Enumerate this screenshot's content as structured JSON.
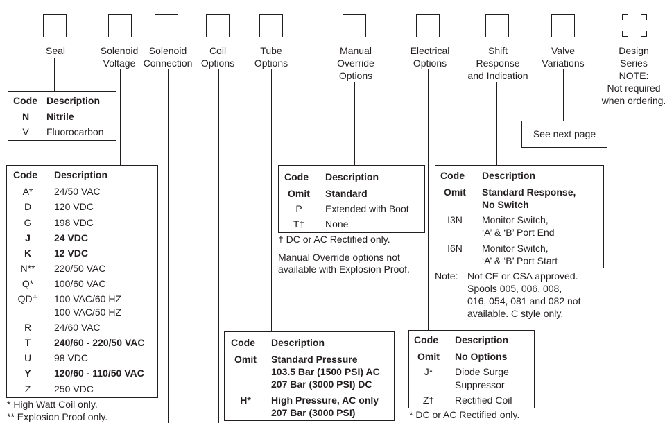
{
  "header": {
    "boxes": [
      {
        "label_lines": [
          "Seal"
        ]
      },
      {
        "label_lines": [
          "Solenoid",
          "Voltage"
        ]
      },
      {
        "label_lines": [
          "Solenoid",
          "Connection"
        ]
      },
      {
        "label_lines": [
          "Coil",
          "Options"
        ]
      },
      {
        "label_lines": [
          "Tube",
          "Options"
        ]
      },
      {
        "label_lines": [
          "Manual",
          "Override",
          "Options"
        ]
      },
      {
        "label_lines": [
          "Electrical",
          "Options"
        ]
      },
      {
        "label_lines": [
          "Shift",
          "Response",
          "and Indication"
        ]
      },
      {
        "label_lines": [
          "Valve",
          "Variations"
        ]
      }
    ],
    "design_series": {
      "label_lines": [
        "Design",
        "Series"
      ],
      "note_lines": [
        "NOTE:",
        "Not required",
        "when ordering."
      ]
    }
  },
  "seal": {
    "code_header": "Code",
    "desc_header": "Description",
    "rows": [
      {
        "code": "N",
        "desc": "Nitrile",
        "bold": true
      },
      {
        "code": "V",
        "desc": "Fluorocarbon",
        "bold": false
      }
    ]
  },
  "voltage": {
    "code_header": "Code",
    "desc_header": "Description",
    "rows": [
      {
        "code": "A*",
        "desc": "24/50 VAC",
        "bold": false
      },
      {
        "code": "D",
        "desc": "120 VDC",
        "bold": false
      },
      {
        "code": "G",
        "desc": "198 VDC",
        "bold": false
      },
      {
        "code": "J",
        "desc": "24 VDC",
        "bold": true
      },
      {
        "code": "K",
        "desc": "12 VDC",
        "bold": true
      },
      {
        "code": "N**",
        "desc": "220/50 VAC",
        "bold": false
      },
      {
        "code": "Q*",
        "desc": "100/60 VAC",
        "bold": false
      },
      {
        "code": "QD†",
        "desc": "100 VAC/60 HZ",
        "bold": false
      },
      {
        "code": "",
        "desc": "100 VAC/50 HZ",
        "bold": false
      },
      {
        "code": "R",
        "desc": "24/60 VAC",
        "bold": false
      },
      {
        "code": "T",
        "desc": "240/60 - 220/50 VAC",
        "bold": true
      },
      {
        "code": "U",
        "desc": "98 VDC",
        "bold": false
      },
      {
        "code": "Y",
        "desc": "120/60 - 110/50 VAC",
        "bold": true
      },
      {
        "code": "Z",
        "desc": "250 VDC",
        "bold": false
      }
    ],
    "footnotes": [
      "*  High Watt Coil only.",
      "** Explosion Proof only."
    ]
  },
  "tube": {
    "code_header": "Code",
    "desc_header": "Description",
    "rows": [
      {
        "code": "Omit",
        "desc_lines": [
          "Standard Pressure",
          "103.5 Bar (1500 PSI) AC",
          "207 Bar (3000 PSI) DC"
        ]
      },
      {
        "code": "H*",
        "desc_lines": [
          "High Pressure, AC only",
          "207 Bar (3000 PSI)"
        ]
      }
    ]
  },
  "manual": {
    "code_header": "Code",
    "desc_header": "Description",
    "rows": [
      {
        "code": "Omit",
        "desc": "Standard",
        "bold": true
      },
      {
        "code": "P",
        "desc": "Extended with Boot",
        "bold": false
      },
      {
        "code": "T†",
        "desc": "None",
        "bold": false
      }
    ],
    "footnote": "†  DC or AC Rectified only.",
    "note_lines": [
      "Manual Override options not",
      "available with Explosion Proof."
    ]
  },
  "electrical": {
    "code_header": "Code",
    "desc_header": "Description",
    "rows": [
      {
        "code": "Omit",
        "desc_lines": [
          "No Options"
        ],
        "bold": true
      },
      {
        "code": "J*",
        "desc_lines": [
          "Diode Surge",
          "Suppressor"
        ],
        "bold": false
      },
      {
        "code": "Z†",
        "desc_lines": [
          "Rectified Coil"
        ],
        "bold": false
      }
    ],
    "footnote": "*  DC or AC Rectified only."
  },
  "shift": {
    "code_header": "Code",
    "desc_header": "Description",
    "rows": [
      {
        "code": "Omit",
        "desc_lines": [
          "Standard Response,",
          "No Switch"
        ],
        "bold": true
      },
      {
        "code": "I3N",
        "desc_lines": [
          "Monitor Switch,",
          "‘A’ & ‘B’ Port End"
        ],
        "bold": false
      },
      {
        "code": "I6N",
        "desc_lines": [
          "Monitor Switch,",
          "‘A’ & ‘B’ Port Start"
        ],
        "bold": false
      }
    ],
    "note_label": "Note:",
    "note_lines": [
      "Not CE or CSA approved.",
      "Spools 005, 006, 008,",
      "016, 054, 081 and 082 not",
      "available. C style only."
    ]
  },
  "variations": {
    "text": "See next page"
  }
}
